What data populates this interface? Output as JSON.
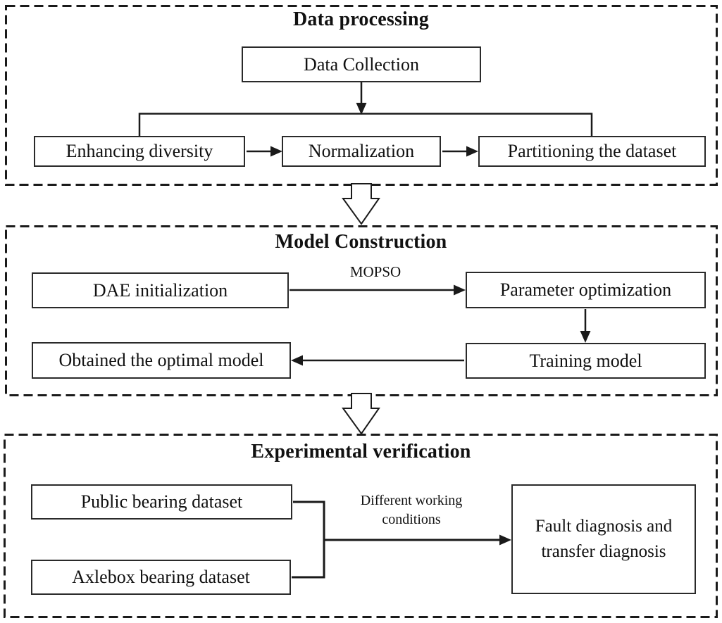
{
  "sections": [
    {
      "title": "Data processing",
      "boxes": {
        "data_collection": "Data Collection",
        "enhancing_diversity": "Enhancing diversity",
        "normalization": "Normalization",
        "partitioning": "Partitioning the dataset"
      }
    },
    {
      "title": "Model Construction",
      "boxes": {
        "dae_initialization": "DAE initialization",
        "parameter_optimization": "Parameter optimization",
        "training_model": "Training model",
        "obtained_optimal_model": "Obtained the optimal model"
      },
      "edge_labels": {
        "mopso": "MOPSO"
      }
    },
    {
      "title": "Experimental verification",
      "boxes": {
        "public_bearing_dataset": "Public bearing dataset",
        "axlebox_bearing_dataset": "Axlebox bearing dataset",
        "fault_diagnosis": "Fault diagnosis and transfer diagnosis"
      },
      "edge_labels": {
        "working_conditions": "Different working conditions"
      }
    }
  ],
  "colors": {
    "line": "#1a1a1a",
    "background": "#ffffff",
    "box_fill": "#ffffff"
  }
}
